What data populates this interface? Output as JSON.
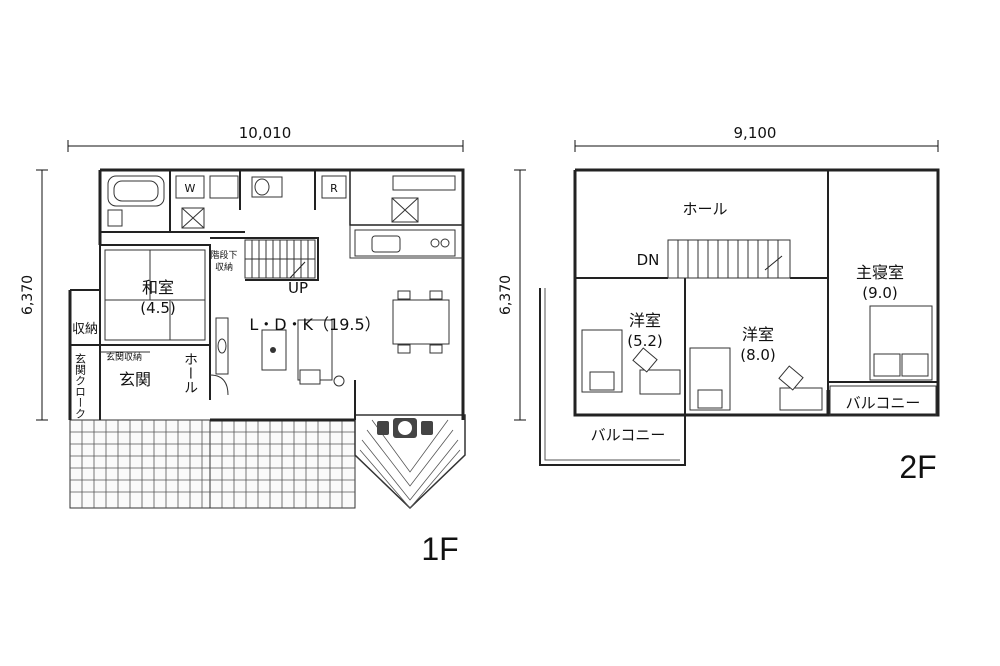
{
  "floor1": {
    "width_dim": "10,010",
    "depth_dim": "6,370",
    "floor_label": "1F",
    "rooms": {
      "washitsu": "和室",
      "washitsu_size": "(4.5)",
      "storage": "収納",
      "stair_storage_1": "階段下",
      "stair_storage_2": "収納",
      "up": "UP",
      "ldk": "L・D・K（19.5）",
      "entry_storage": "玄関収納",
      "entry_cloak": "玄関クローク",
      "entry": "玄関",
      "hall": "ホール",
      "w": "W",
      "r": "R"
    }
  },
  "floor2": {
    "width_dim": "9,100",
    "depth_dim": "6,370",
    "floor_label": "2F",
    "rooms": {
      "hall": "ホール",
      "dn": "DN",
      "western1": "洋室",
      "western1_size": "(5.2)",
      "western2": "洋室",
      "western2_size": "(8.0)",
      "master": "主寝室",
      "master_size": "(9.0)",
      "balcony_left": "バルコニー",
      "balcony_right": "バルコニー"
    }
  }
}
